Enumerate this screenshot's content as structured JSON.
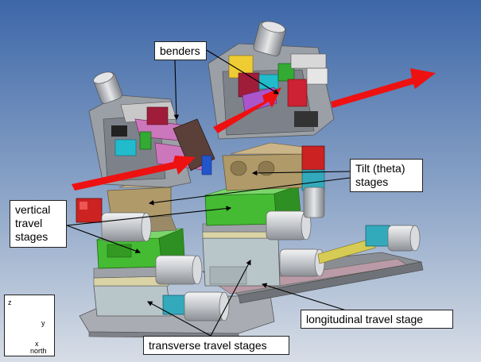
{
  "labels": {
    "benders": "benders",
    "tilt_line1": "Tilt (theta)",
    "tilt_line2": "stages",
    "vertical_line1": "vertical",
    "vertical_line2": "travel",
    "vertical_line3": "stages",
    "longitudinal": "longitudinal travel stage",
    "transverse": "transverse travel stages"
  },
  "axes": {
    "z": "z",
    "y": "y",
    "x": "x",
    "north": "north"
  },
  "colors": {
    "background_top": "#3d67a8",
    "background_bottom": "#d7dde6",
    "beam": "#ee1111",
    "stage_green": "#44bb33",
    "stage_grey": "#a8acb3",
    "tilt_tan": "#b09a6a",
    "bender_pink": "#cc77bb",
    "motor_grey": "#c9cbce"
  }
}
